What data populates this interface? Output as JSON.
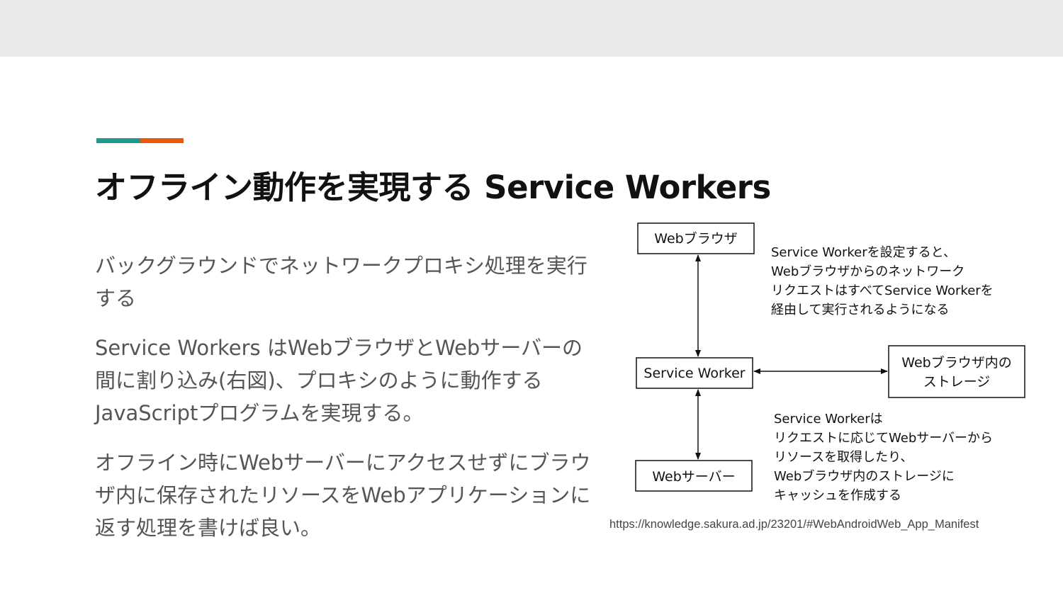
{
  "slide": {
    "title": "オフライン動作を実現する Service Workers",
    "accent_colors": [
      "#21988a",
      "#e8590c"
    ],
    "paragraphs": [
      "バックグラウンドでネットワークプロキシ処理を実行する",
      "Service Workers はWebブラウザとWebサーバーの間に割り込み(右図)、プロキシのように動作するJavaScriptプログラムを実現する。",
      "オフライン時にWebサーバーにアクセスせずにブラウザ内に保存されたリソースをWebアプリケーションに返す処理を書けば良い。"
    ],
    "source_url": "https://knowledge.sakura.ad.jp/23201/#WebAndroidWeb_App_Manifest"
  },
  "diagram": {
    "nodes": {
      "browser": "Webブラウザ",
      "service_worker": "Service Worker",
      "storage_line1": "Webブラウザ内の",
      "storage_line2": "ストレージ",
      "server": "Webサーバー"
    },
    "note_top": [
      "Service Workerを設定すると、",
      "Webブラウザからのネットワーク",
      "リクエストはすべてService Workerを",
      "経由して実行されるようになる"
    ],
    "note_bottom": [
      "Service Workerは",
      "リクエストに応じてWebサーバーから",
      "リソースを取得したり、",
      "Webブラウザ内のストレージに",
      "キャッシュを作成する"
    ]
  }
}
